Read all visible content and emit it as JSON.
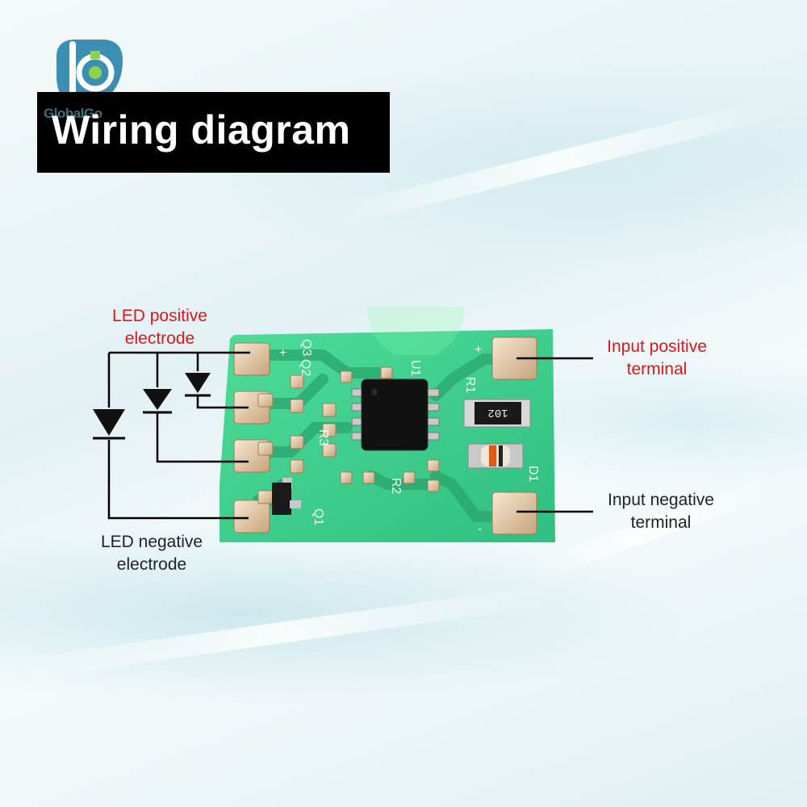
{
  "brand": {
    "name": "GlobalGo"
  },
  "title": "Wiring diagram",
  "labels": {
    "led_positive_1": "LED positive",
    "led_positive_2": "electrode",
    "led_negative_1": "LED negative",
    "led_negative_2": "electrode",
    "input_positive_1": "Input positive",
    "input_positive_2": "terminal",
    "input_negative_1": "Input negative",
    "input_negative_2": "terminal"
  },
  "board_markings": {
    "plus_left": "+",
    "plus_right": "+",
    "minus_right": "-",
    "q3": "Q3",
    "q2": "Q2",
    "q1": "Q1",
    "u1": "U1",
    "r1": "R1",
    "r2": "R2",
    "r3": "R3",
    "d1": "D1",
    "resistor_code": "102"
  },
  "colors": {
    "board_green": "#3fcf8e",
    "label_red": "#e0141a",
    "label_dark": "#222222",
    "title_bg": "#000000"
  }
}
